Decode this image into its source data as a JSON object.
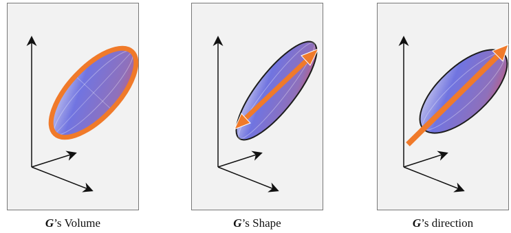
{
  "captions": [
    {
      "symbol": "G",
      "text": "’s Volume"
    },
    {
      "symbol": "G",
      "text": "’s Shape"
    },
    {
      "symbol": "G",
      "text": "’s direction"
    }
  ],
  "colors": {
    "highlight": "#f07a2a",
    "ellipsoid_top": "#5c5fd6",
    "ellipsoid_bottom": "#d8485a",
    "panel_bg": "#f2f2f2",
    "panel_border": "#777777"
  },
  "panels": [
    {
      "highlight": "outline"
    },
    {
      "highlight": "double-arrow"
    },
    {
      "highlight": "single-arrow"
    }
  ]
}
